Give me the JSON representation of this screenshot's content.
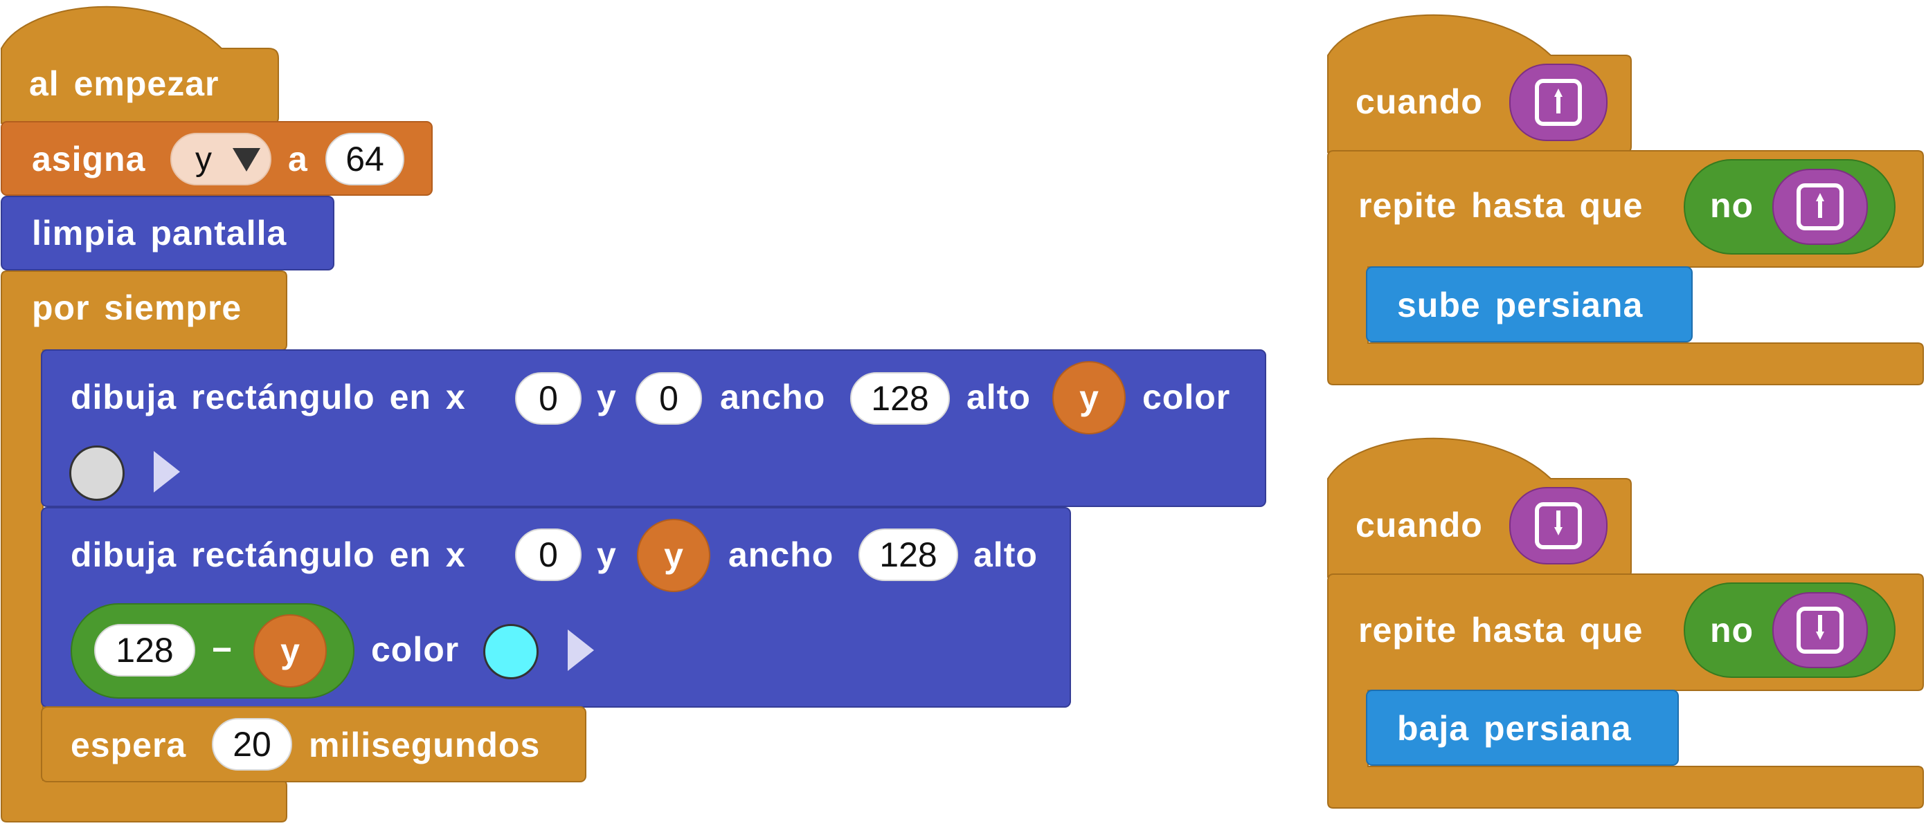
{
  "colors": {
    "events": "#d08e2a",
    "variables": "#d4742b",
    "screen": "#4650bd",
    "logic": "#4a9a2e",
    "custom": "#2a90db",
    "keys": "#a24aa8",
    "dark_tile": "#d9d9d9",
    "cyan_tile": "#5ff5ff"
  },
  "script_main": {
    "hat": "al empezar",
    "set": {
      "label": "asigna",
      "variable": "y",
      "to": "a",
      "value": "64"
    },
    "clear": "limpia pantalla",
    "forever": "por siempre",
    "rect1": {
      "label": "dibuja rectángulo en x",
      "x": "0",
      "y_label": "y",
      "y": "0",
      "width_label": "ancho",
      "width": "128",
      "height_label": "alto",
      "height_var": "y",
      "color_label": "color"
    },
    "rect2": {
      "label": "dibuja rectángulo en x",
      "x": "0",
      "y_label": "y",
      "y_var": "y",
      "width_label": "ancho",
      "width": "128",
      "height_label": "alto",
      "minuend": "128",
      "operator": "−",
      "subtrahend_var": "y",
      "color_label": "color"
    },
    "wait": {
      "label": "espera",
      "value": "20",
      "unit": "milisegundos"
    }
  },
  "script_up": {
    "hat": "cuando",
    "key_icon": "arrow-up-key-icon",
    "repeat": "repite hasta que",
    "not": "no",
    "body": "sube persiana"
  },
  "script_down": {
    "hat": "cuando",
    "key_icon": "arrow-down-key-icon",
    "repeat": "repite hasta que",
    "not": "no",
    "body": "baja persiana"
  }
}
